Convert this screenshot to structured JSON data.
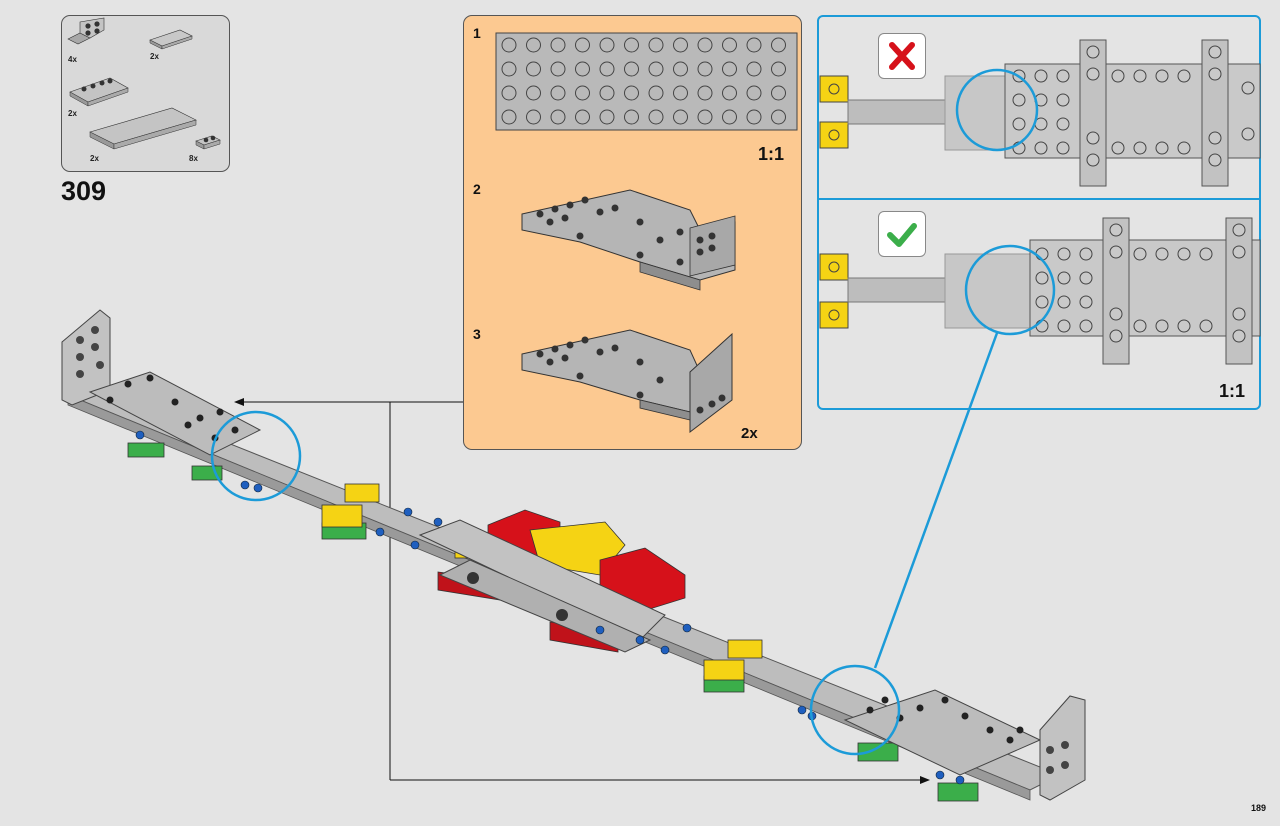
{
  "step": {
    "number": "309"
  },
  "parts_list": [
    {
      "qty": "4x",
      "icon": "angle-plate-1x2-2x2-icon"
    },
    {
      "qty": "2x",
      "icon": "tile-2x4-icon"
    },
    {
      "qty": "2x",
      "icon": "plate-4x4-icon"
    },
    {
      "qty": "2x",
      "icon": "plate-4x10-icon"
    },
    {
      "qty": "8x",
      "icon": "plate-1x2-icon"
    }
  ],
  "subassembly": {
    "steps": [
      "1",
      "2",
      "3"
    ],
    "scale_label": "1:1",
    "multiplier": "2x"
  },
  "detail": {
    "wrong_icon": "red-x-icon",
    "right_icon": "green-check-icon",
    "scale_label": "1:1"
  },
  "colors": {
    "callout_bg": "#fcc991",
    "highlight_blue": "#1c9bd8",
    "part_gray": "#b5b5b5",
    "red_brick": "#d6111a",
    "yellow_brick": "#f5d314",
    "green_brick": "#3bae4a"
  },
  "page": {
    "number": "189"
  }
}
